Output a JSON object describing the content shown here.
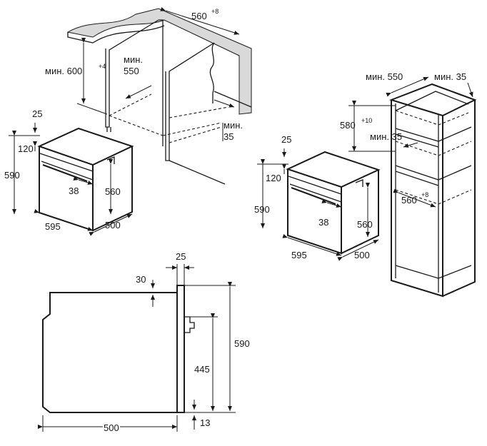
{
  "diagram": {
    "top_left": {
      "cabinet": {
        "width_label": "560",
        "width_tol": "+8",
        "height_label": "мин. 600",
        "height_tol": "+4",
        "depth_label": "мин.\n550",
        "depth_label_l1": "мин.",
        "depth_label_l2": "550",
        "gap_label_l1": "мин.",
        "gap_label_l2": "35"
      },
      "oven": {
        "top_offset": "25",
        "panel_height": "120",
        "height": "590",
        "handle_gap": "38",
        "inner_height": "560",
        "width": "595",
        "depth": "500"
      }
    },
    "right": {
      "cabinet": {
        "depth_label": "мин. 550",
        "side_label": "мин. 35",
        "niche_height": "580",
        "niche_tol": "+10",
        "gap_label": "мин. 35",
        "width_label": "560",
        "width_tol": "+8"
      },
      "oven": {
        "top_offset": "25",
        "panel_height": "120",
        "height": "590",
        "handle_gap": "38",
        "inner_height": "560",
        "width": "595",
        "depth": "500"
      }
    },
    "side_view": {
      "front_thickness": "25",
      "top_gap": "30",
      "total_height": "590",
      "door_height": "445",
      "bottom_gap": "13",
      "depth": "500"
    },
    "colors": {
      "line": "#1a1a1a",
      "counter": "#d9d9d9"
    }
  }
}
